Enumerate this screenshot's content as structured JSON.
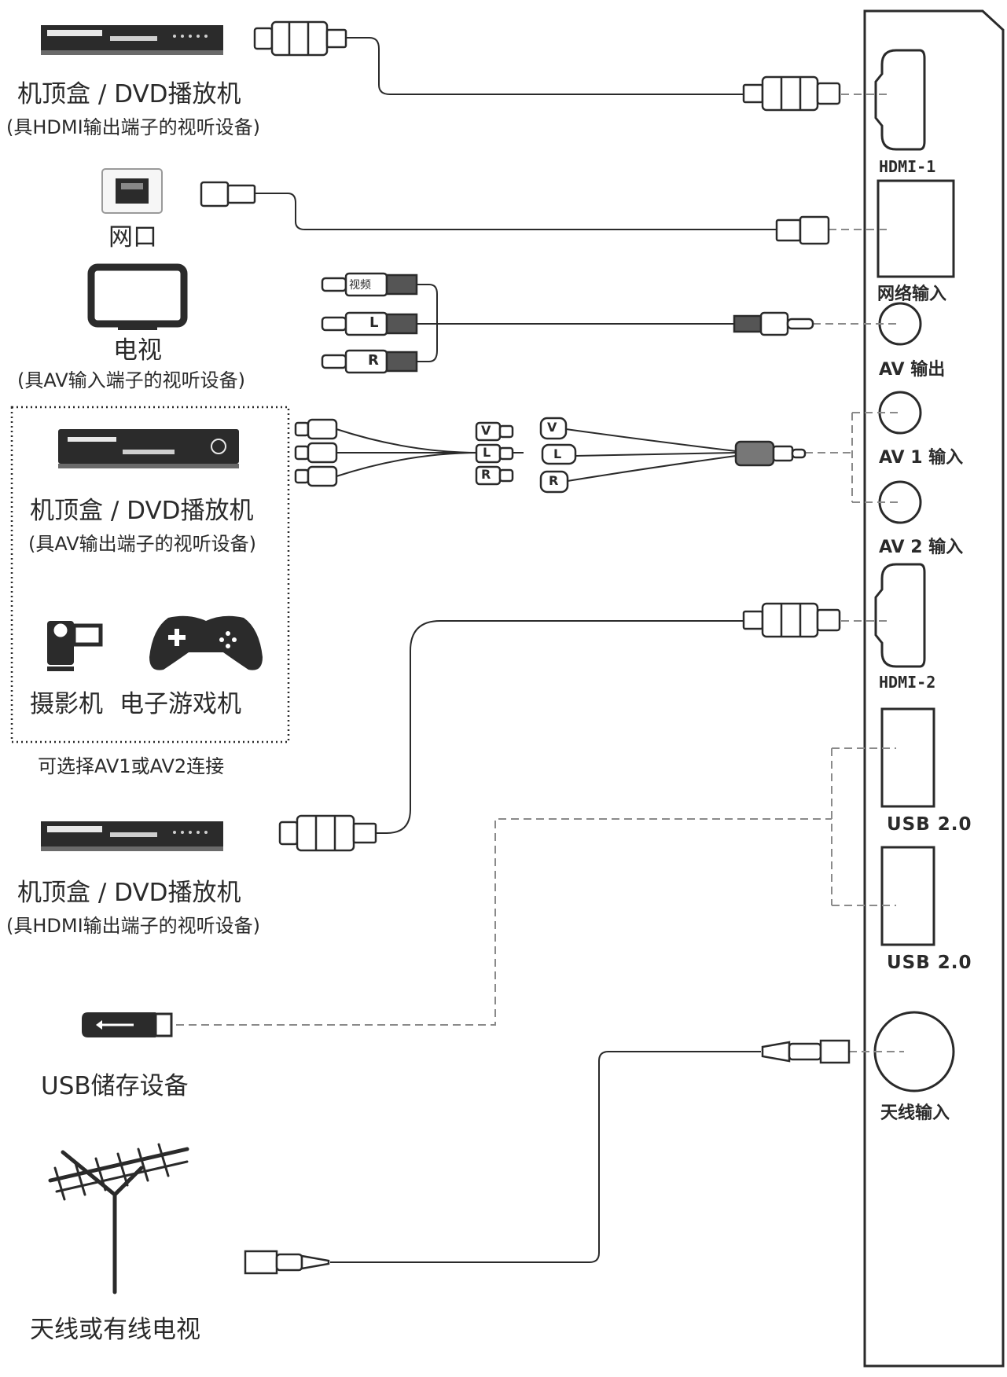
{
  "devices": {
    "stb_hdmi_top_title": "机顶盒 / DVD播放机",
    "stb_hdmi_top_sub": "(具HDMI输出端子的视听设备)",
    "network_label": "网口",
    "tv_title": "电视",
    "tv_sub": "(具AV输入端子的视听设备)",
    "stb_av_title": "机顶盒 / DVD播放机",
    "stb_av_sub": "(具AV输出端子的视听设备)",
    "camcorder_label": "摄影机",
    "gameconsole_label": "电子游戏机",
    "av_note": "可选择AV1或AV2连接",
    "stb_hdmi_bottom_title": "机顶盒 / DVD播放机",
    "stb_hdmi_bottom_sub": "(具HDMI输出端子的视听设备)",
    "usb_storage_label": "USB储存设备",
    "antenna_label": "天线或有线电视"
  },
  "ports": {
    "hdmi1": "HDMI-1",
    "network_in": "网络输入",
    "av_out": "AV 输出",
    "av1_in": "AV 1 输入",
    "av2_in": "AV 2 输入",
    "hdmi2": "HDMI-2",
    "usb_a": "USB 2.0",
    "usb_b": "USB 2.0",
    "antenna_in": "天线输入"
  },
  "connector_marks": {
    "video": "视频",
    "left": "L",
    "right": "R",
    "video_v": "V"
  },
  "colors": {
    "line": "#2a2a2a",
    "dashed": "#8a8a8a",
    "device_fill": "#2b2b2b"
  }
}
